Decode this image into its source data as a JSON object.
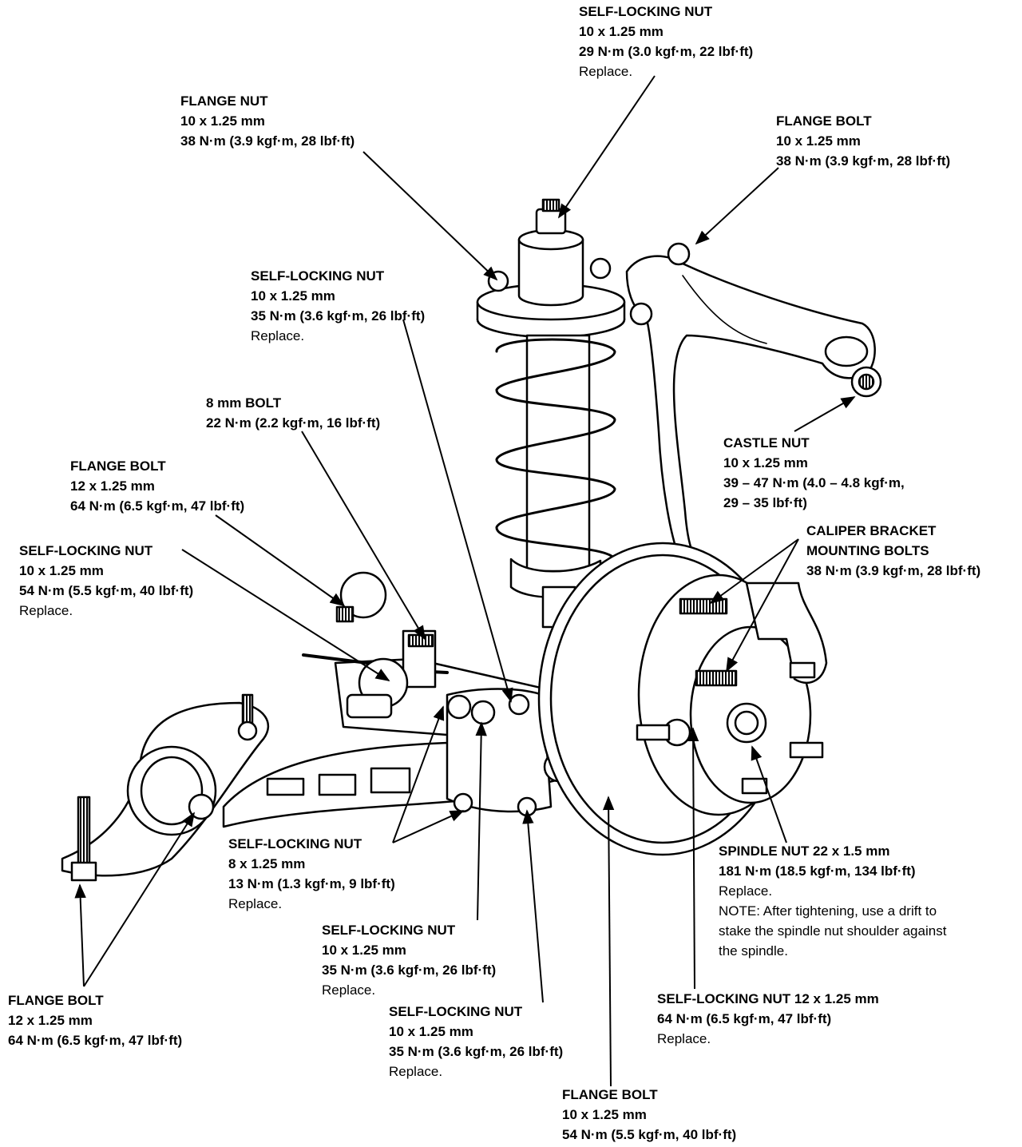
{
  "callouts": {
    "c1": {
      "lines": [
        "SELF-LOCKING NUT",
        "10 x 1.25 mm",
        "29 N·m (3.0 kgf·m, 22 lbf·ft)"
      ],
      "replace": "Replace."
    },
    "c2": {
      "lines": [
        "FLANGE NUT",
        "10 x 1.25 mm",
        "38 N·m (3.9 kgf·m, 28 lbf·ft)"
      ]
    },
    "c3": {
      "lines": [
        "FLANGE BOLT",
        "10 x 1.25 mm",
        "38 N·m (3.9 kgf·m, 28 lbf·ft)"
      ]
    },
    "c4": {
      "lines": [
        "SELF-LOCKING NUT",
        "10 x 1.25 mm",
        "35 N·m (3.6 kgf·m, 26 lbf·ft)"
      ],
      "replace": "Replace."
    },
    "c5": {
      "lines": [
        "8 mm BOLT",
        "22 N·m (2.2 kgf·m, 16 lbf·ft)"
      ]
    },
    "c6": {
      "lines": [
        "FLANGE BOLT",
        "12 x 1.25 mm",
        "64 N·m (6.5 kgf·m, 47 lbf·ft)"
      ]
    },
    "c7": {
      "lines": [
        "CASTLE NUT",
        "10 x 1.25 mm",
        "39 – 47 N·m (4.0 – 4.8 kgf·m,",
        "29 – 35 lbf·ft)"
      ]
    },
    "c8": {
      "lines": [
        "CALIPER BRACKET",
        "MOUNTING BOLTS",
        "38 N·m (3.9 kgf·m, 28 lbf·ft)"
      ]
    },
    "c9": {
      "lines": [
        "SELF-LOCKING NUT",
        "10 x 1.25 mm",
        "54 N·m (5.5 kgf·m, 40 lbf·ft)"
      ],
      "replace": "Replace."
    },
    "c10": {
      "lines": [
        "SELF-LOCKING NUT",
        "8 x 1.25 mm",
        "13 N·m (1.3 kgf·m, 9 lbf·ft)"
      ],
      "replace": "Replace."
    },
    "c11": {
      "lines": [
        "SPINDLE NUT 22 x 1.5 mm",
        "181 N·m (18.5 kgf·m, 134 lbf·ft)"
      ],
      "replace": "Replace.",
      "notes": [
        "NOTE:  After tightening, use a drift to",
        "stake the spindle nut shoulder against",
        "the spindle."
      ]
    },
    "c12": {
      "lines": [
        "SELF-LOCKING NUT",
        "10 x 1.25 mm",
        "35 N·m (3.6 kgf·m, 26 lbf·ft)"
      ],
      "replace": "Replace."
    },
    "c13": {
      "lines": [
        "FLANGE BOLT",
        "12 x 1.25 mm",
        "64 N·m (6.5 kgf·m, 47 lbf·ft)"
      ]
    },
    "c14": {
      "lines": [
        "SELF-LOCKING NUT 12 x 1.25 mm",
        "64 N·m (6.5 kgf·m, 47 lbf·ft)"
      ],
      "replace": "Replace."
    },
    "c15": {
      "lines": [
        "SELF-LOCKING NUT",
        "10 x 1.25 mm",
        "35 N·m (3.6 kgf·m, 26 lbf·ft)"
      ],
      "replace": "Replace."
    },
    "c16": {
      "lines": [
        "FLANGE BOLT",
        "10 x 1.25 mm",
        "54 N·m (5.5 kgf·m, 40 lbf·ft)"
      ]
    }
  }
}
